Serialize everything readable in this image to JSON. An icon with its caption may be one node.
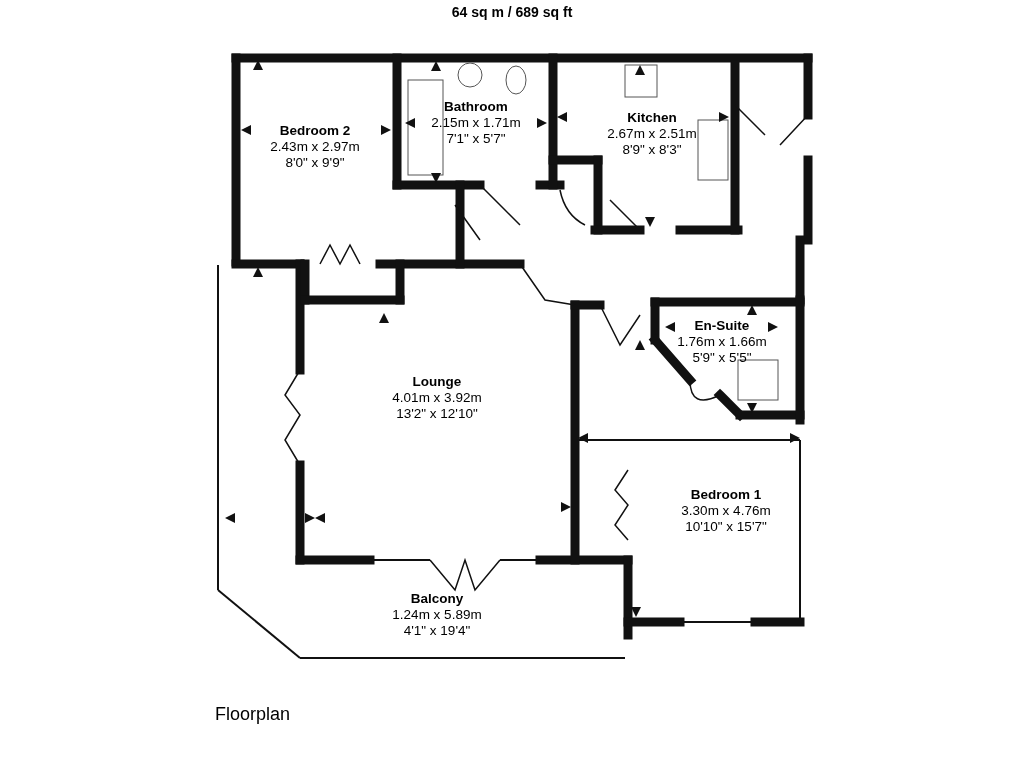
{
  "diagram": {
    "title": "64 sq m / 689 sq ft",
    "caption": "Floorplan",
    "nodes": [
      {
        "text": [
          "Bedroom 2",
          "2.43m x 2.97m",
          "8'0\" x 9'9\""
        ]
      },
      {
        "text": [
          "Bathroom",
          "2.15m x 1.71m",
          "7'1\" x 5'7\""
        ]
      },
      {
        "text": [
          "Kitchen",
          "2.67m x 2.51m",
          "8'9\" x 8'3\""
        ]
      },
      {
        "text": [
          "En-Suite",
          "1.76m x 1.66m",
          "5'9\" x 5'5\""
        ]
      },
      {
        "text": [
          "Lounge",
          "4.01m x 3.92m",
          "13'2\" x 12'10\""
        ]
      },
      {
        "text": [
          "Bedroom 1",
          "3.30m x 4.76m",
          "10'10\" x 15'7\""
        ]
      },
      {
        "text": [
          "Balcony",
          "1.24m x 5.89m",
          "4'1\" x 19'4\""
        ]
      }
    ]
  }
}
